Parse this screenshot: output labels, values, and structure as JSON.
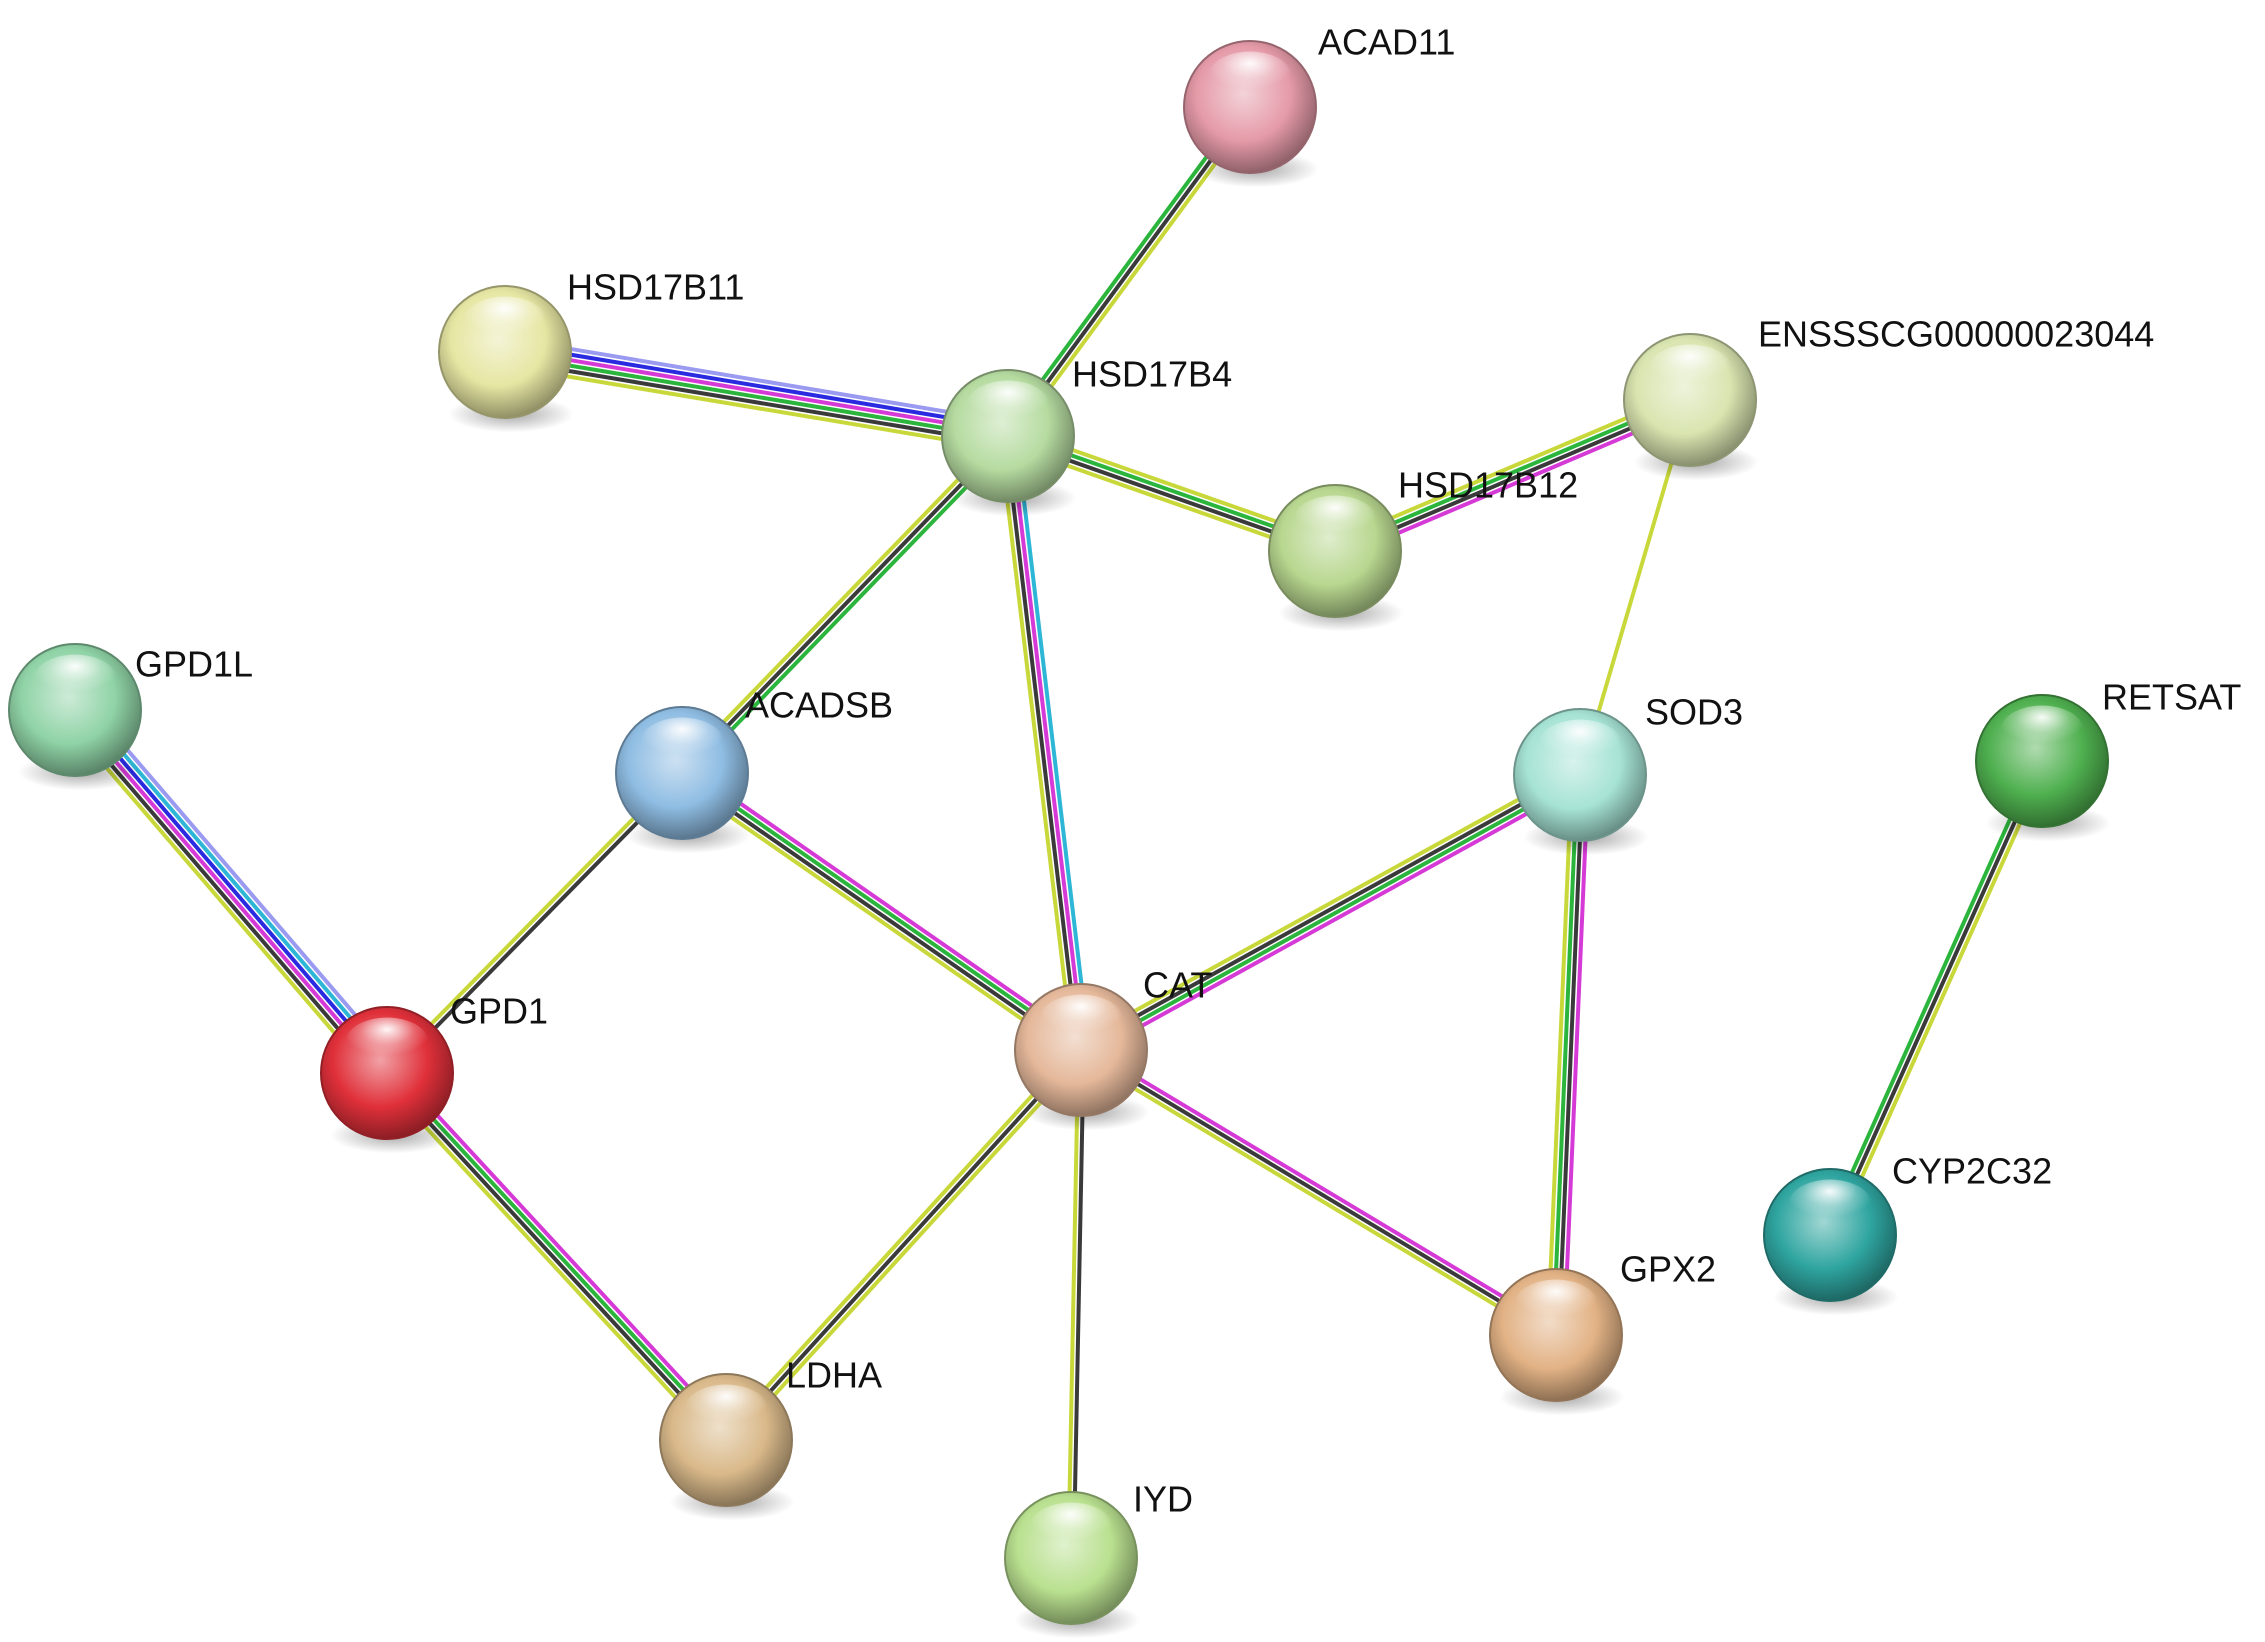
{
  "nodes": [
    {
      "id": "ACAD11",
      "label": "ACAD11",
      "color": "#e59aa8"
    },
    {
      "id": "HSD17B11",
      "label": "HSD17B11",
      "color": "#e6e6a3"
    },
    {
      "id": "HSD17B4",
      "label": "HSD17B4",
      "color": "#b5dba0"
    },
    {
      "id": "ENSSSCG00000023044",
      "label": "ENSSSCG00000023044",
      "color": "#d9e5b0"
    },
    {
      "id": "HSD17B12",
      "label": "HSD17B12",
      "color": "#b8d78f"
    },
    {
      "id": "GPD1L",
      "label": "GPD1L",
      "color": "#8fd3a6"
    },
    {
      "id": "ACADSB",
      "label": "ACADSB",
      "color": "#8fbde3"
    },
    {
      "id": "SOD3",
      "label": "SOD3",
      "color": "#a6e3d5"
    },
    {
      "id": "RETSAT",
      "label": "RETSAT",
      "color": "#4fb04f"
    },
    {
      "id": "GPD1",
      "label": "GPD1",
      "color": "#e0303a"
    },
    {
      "id": "CAT",
      "label": "CAT",
      "color": "#e5b89a"
    },
    {
      "id": "CYP2C32",
      "label": "CYP2C32",
      "color": "#2fa5a0"
    },
    {
      "id": "GPX2",
      "label": "GPX2",
      "color": "#e2b285"
    },
    {
      "id": "LDHA",
      "label": "LDHA",
      "color": "#d9b98a"
    },
    {
      "id": "IYD",
      "label": "IYD",
      "color": "#b9e08f"
    }
  ],
  "edge_colors": {
    "yellow": "#c8d83a",
    "black": "#3a3a3a",
    "green": "#2bb53c",
    "magenta": "#d63ad6",
    "blue": "#2a2ae0",
    "lightblue": "#9a9af0",
    "cyan": "#2eb6d6"
  },
  "edges": [
    {
      "source": "ACAD11",
      "target": "HSD17B4",
      "channels": [
        "yellow",
        "black",
        "green"
      ]
    },
    {
      "source": "HSD17B11",
      "target": "HSD17B4",
      "channels": [
        "lightblue",
        "blue",
        "magenta",
        "green",
        "black",
        "yellow"
      ]
    },
    {
      "source": "HSD17B4",
      "target": "HSD17B12",
      "channels": [
        "yellow",
        "green",
        "black",
        "yellow"
      ]
    },
    {
      "source": "HSD17B12",
      "target": "ENSSSCG00000023044",
      "channels": [
        "yellow",
        "green",
        "black",
        "magenta"
      ]
    },
    {
      "source": "HSD17B4",
      "target": "ACADSB",
      "channels": [
        "green",
        "black",
        "yellow"
      ]
    },
    {
      "source": "HSD17B4",
      "target": "CAT",
      "channels": [
        "cyan",
        "magenta",
        "black",
        "yellow"
      ]
    },
    {
      "source": "ENSSSCG00000023044",
      "target": "SOD3",
      "channels": [
        "yellow"
      ]
    },
    {
      "source": "GPD1L",
      "target": "GPD1",
      "channels": [
        "lightblue",
        "cyan",
        "blue",
        "magenta",
        "black",
        "yellow"
      ]
    },
    {
      "source": "ACADSB",
      "target": "GPD1",
      "channels": [
        "black",
        "yellow"
      ]
    },
    {
      "source": "ACADSB",
      "target": "CAT",
      "channels": [
        "magenta",
        "green",
        "black",
        "yellow"
      ]
    },
    {
      "source": "SOD3",
      "target": "CAT",
      "channels": [
        "magenta",
        "green",
        "black",
        "yellow"
      ]
    },
    {
      "source": "SOD3",
      "target": "GPX2",
      "channels": [
        "magenta",
        "black",
        "green",
        "yellow"
      ]
    },
    {
      "source": "RETSAT",
      "target": "CYP2C32",
      "channels": [
        "yellow",
        "black",
        "green"
      ]
    },
    {
      "source": "GPD1",
      "target": "LDHA",
      "channels": [
        "magenta",
        "green",
        "black",
        "yellow"
      ]
    },
    {
      "source": "CAT",
      "target": "LDHA",
      "channels": [
        "yellow",
        "black",
        "yellow"
      ]
    },
    {
      "source": "CAT",
      "target": "IYD",
      "channels": [
        "black",
        "yellow"
      ]
    },
    {
      "source": "CAT",
      "target": "GPX2",
      "channels": [
        "magenta",
        "black",
        "yellow"
      ]
    }
  ]
}
